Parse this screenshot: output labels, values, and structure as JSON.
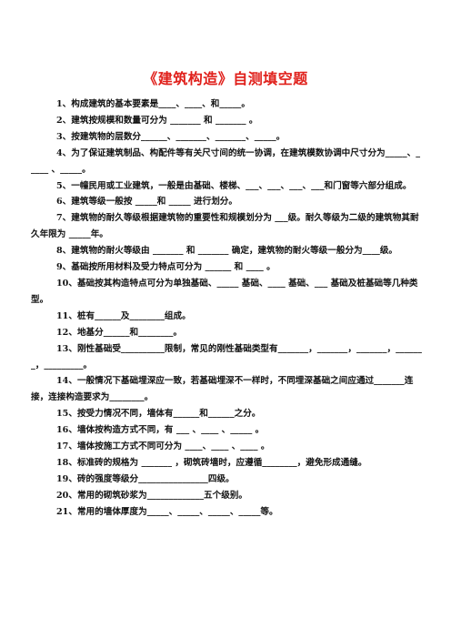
{
  "title": "《建筑构造》自测填空题",
  "questions": [
    "1、构成建筑的基本要素是____、____、和_____。",
    "2、建筑按规模和数量可分为 _______ 和 _______ 。",
    "3、按建筑物的层数分______、_______、_______、_____。",
    "4、为了保证建筑制品、构配件等有关尺寸间的统一协调，在建筑模数协调中尺寸分为_____、_____ 、_____。",
    "5、一幢民用或工业建筑，一般是由基础、楼梯、___、___、___、___和门窗等六部分组成。",
    "6、建筑等级一般按 _____和 _____ 进行划分。",
    "7、建筑物的耐久等级根据建筑物的重要性和规模划分为 ___级。耐久等级为二级的建筑物其耐久年限为 _____年。",
    "8、建筑物的耐火等级由 _______ 和 _______ 确定，建筑物的耐火等级一般分为____级。",
    "9、基础按所用材料及受力特点可分为 ______ 和 ____ 。",
    "10、基础按其构造特点可分为单独基础、_____ 基础、____ 基础、___ 基础及桩基础等几种类型。",
    "11、桩有______及________组成。",
    "12、地基分______和________。",
    "13、刚性基础受__________限制，常见的刚性基础类型有_______，_______，_______，_______，_________。",
    "14、一般情况下基础埋深应一致，若基础埋深不一样时，不同埋深基础之间应通过_______连接，连接构造要求为________。",
    "15、按受力情况不同，墙体有______和______之分。",
    "16、墙体按构造方式不同，有 ___ 、____ 、_____ 。",
    "17、墙体按施工方式不同可分为 ____、____ 、____ 。",
    "18、标准砖的规格为 _______ ，砌筑砖墙时，应遵循________，避免形成通缝。",
    "19、砖的强度等级分________________四级。",
    "20、常用的砌筑砂浆为_____________五个级别。",
    "21、常用的墙体厚度为_____、_____、_____、_____等。"
  ]
}
